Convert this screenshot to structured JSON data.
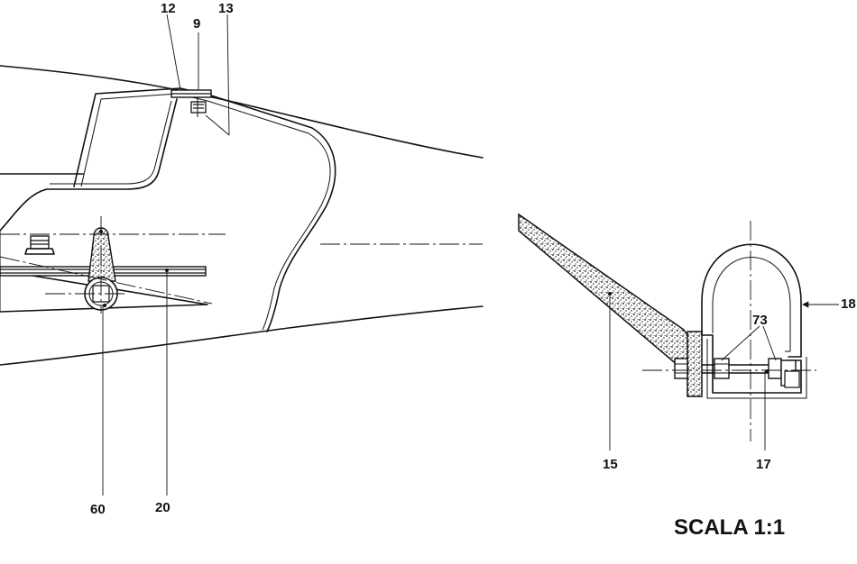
{
  "labels": {
    "l12": "12",
    "l9": "9",
    "l13": "13",
    "l60": "60",
    "l20": "20",
    "l18": "18",
    "l73": "73",
    "l15": "15",
    "l17": "17"
  },
  "scale_text": "SCALA 1:1"
}
